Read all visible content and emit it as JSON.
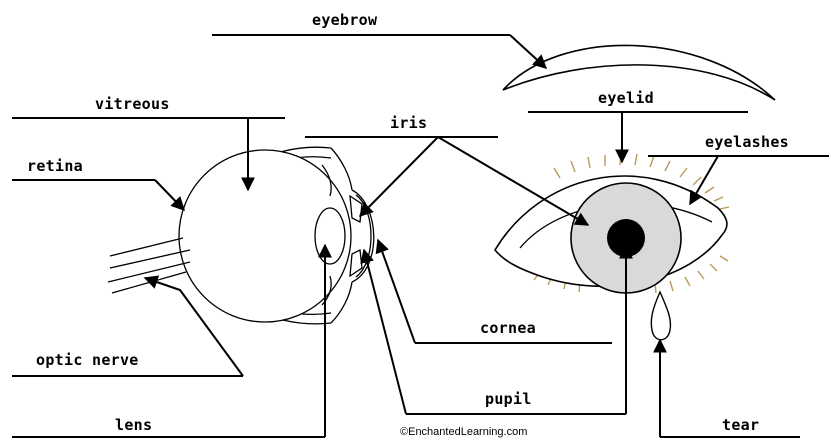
{
  "labels": {
    "eyebrow": "eyebrow",
    "eyelid": "eyelid",
    "eyelashes": "eyelashes",
    "vitreous": "vitreous",
    "iris": "iris",
    "retina": "retina",
    "cornea": "cornea",
    "optic_nerve": "optic nerve",
    "pupil": "pupil",
    "lens": "lens",
    "tear": "tear"
  },
  "credit": "©EnchantedLearning.com",
  "colors": {
    "line": "#000000",
    "iris_fill": "#d9d9d9",
    "lash": "#b89a5a",
    "background": "#ffffff"
  }
}
